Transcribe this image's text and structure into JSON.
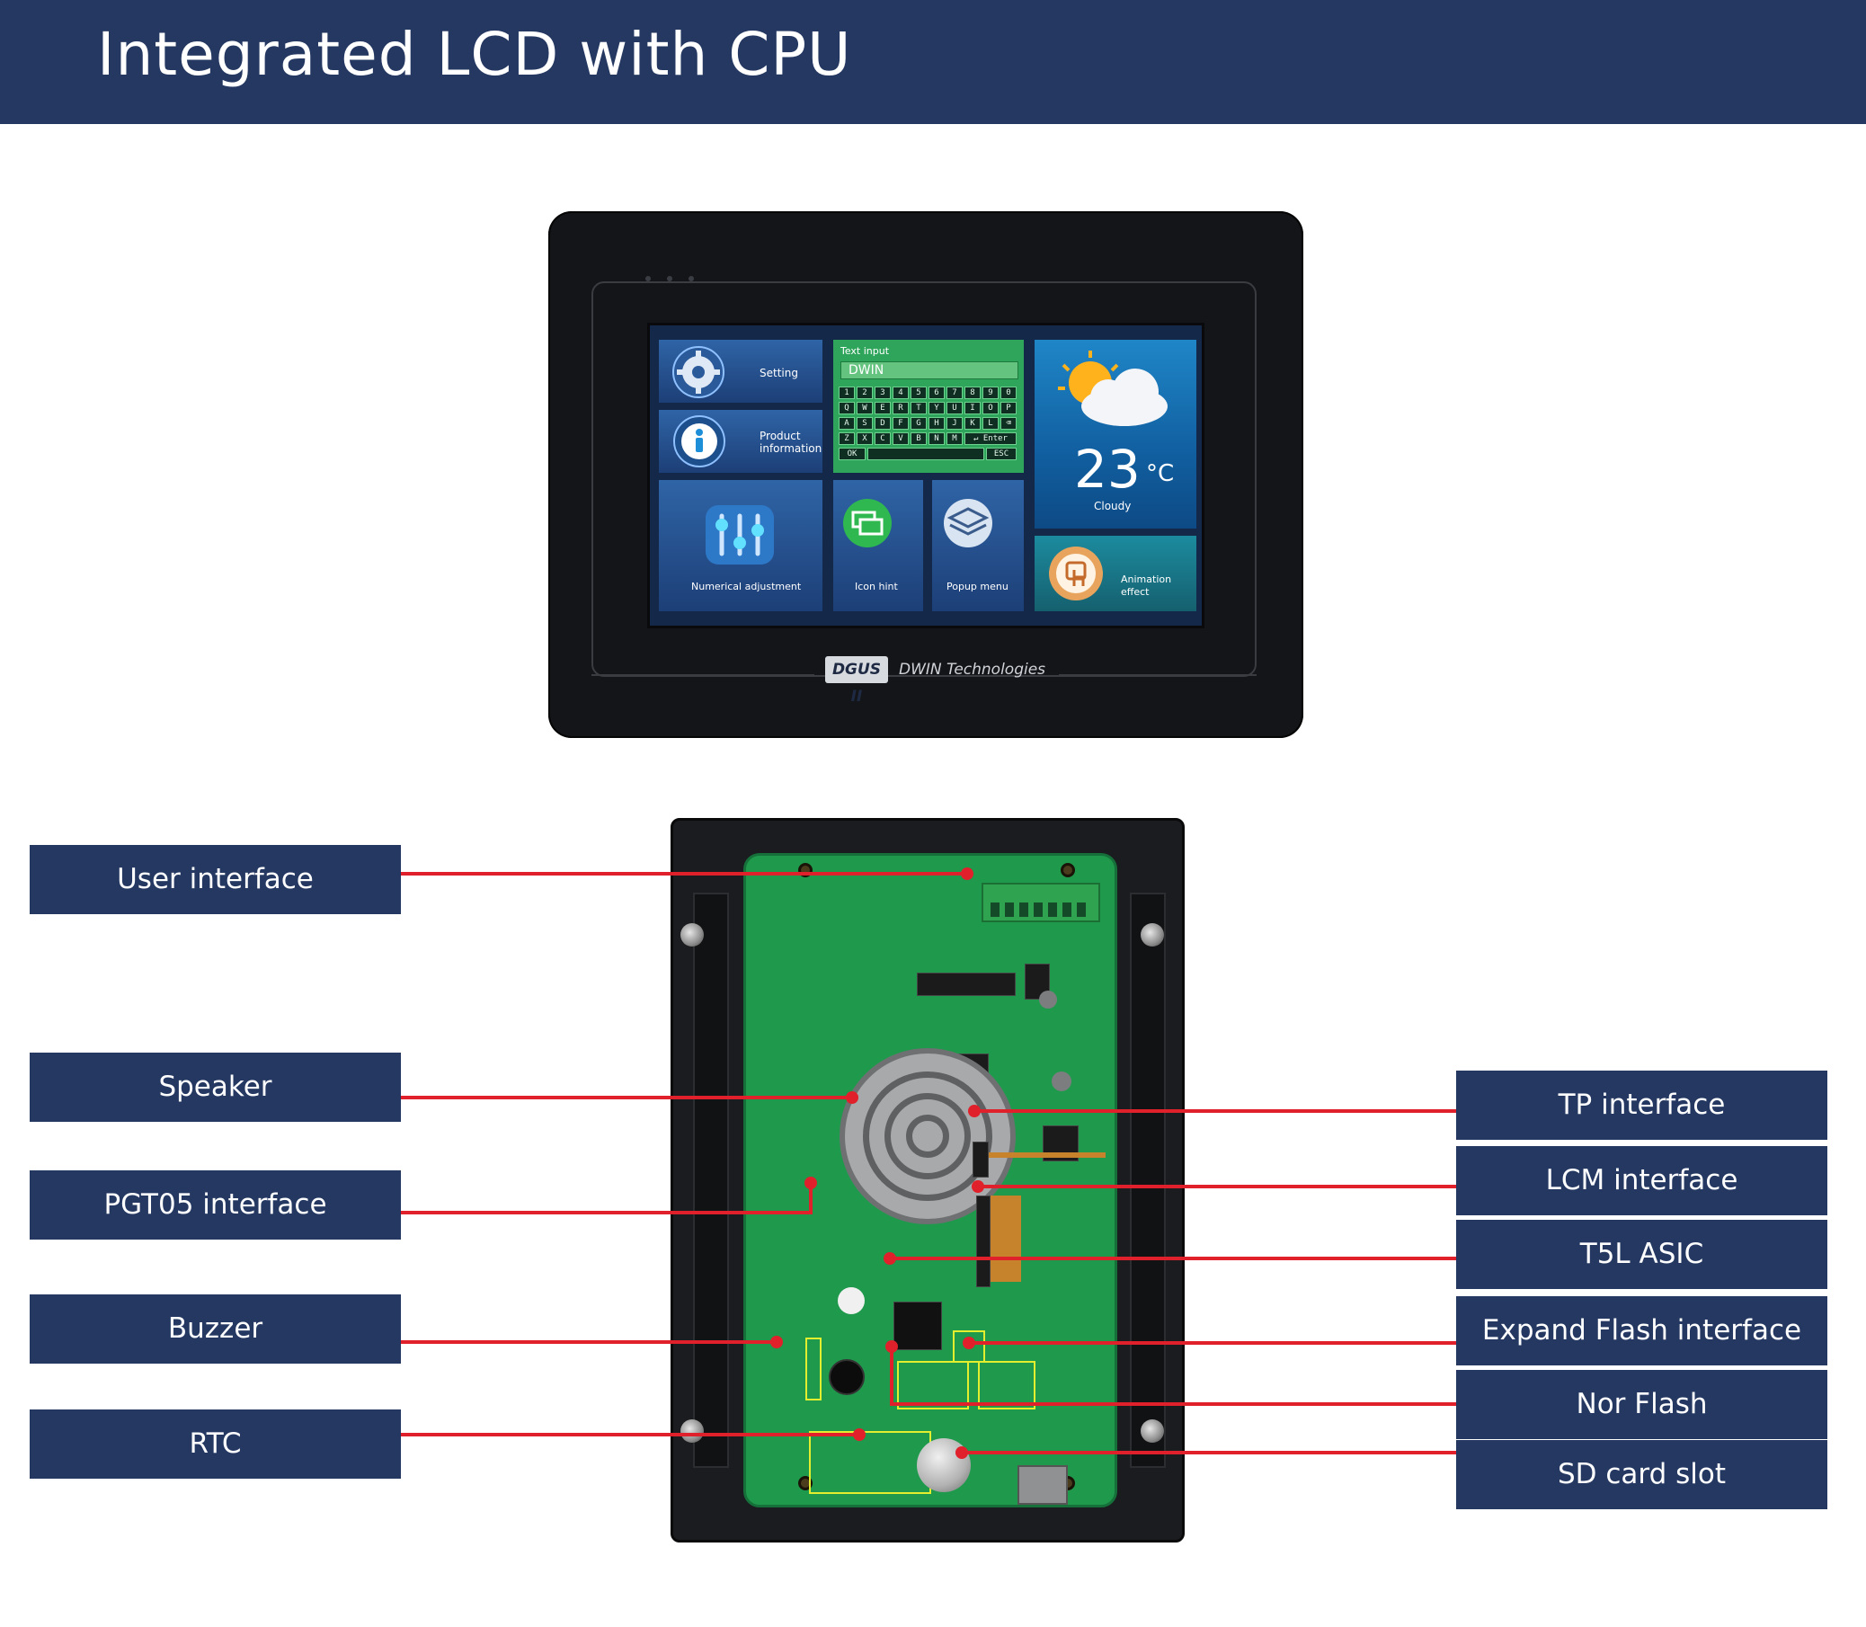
{
  "header": {
    "title": "Integrated LCD with CPU"
  },
  "front_display": {
    "tiles": {
      "setting": "Setting",
      "product_info_line1": "Product",
      "product_info_line2": "information",
      "text_input_title": "Text input",
      "text_input_value": "DWIN",
      "numerical": "Numerical adjustment",
      "icon_hint": "Icon hint",
      "popup_menu": "Popup menu",
      "temperature": "23",
      "temperature_unit": "°C",
      "weather": "Cloudy",
      "animation_line1": "Animation",
      "animation_line2": "effect"
    },
    "keyboard": {
      "row1": [
        "1",
        "2",
        "3",
        "4",
        "5",
        "6",
        "7",
        "8",
        "9",
        "0"
      ],
      "row2": [
        "Q",
        "W",
        "E",
        "R",
        "T",
        "Y",
        "U",
        "I",
        "O",
        "P"
      ],
      "row3": [
        "A",
        "S",
        "D",
        "F",
        "G",
        "H",
        "J",
        "K",
        "L",
        "⌫"
      ],
      "row4": [
        "Z",
        "X",
        "C",
        "V",
        "B",
        "N",
        "M",
        "↵ Enter"
      ],
      "row5_ok": "OK",
      "row5_esc": "ESC"
    },
    "brand_logo": "DGUS II",
    "brand_name": "DWIN Technologies"
  },
  "callouts": {
    "left": [
      "User interface",
      "Speaker",
      "PGT05 interface",
      "Buzzer",
      "RTC"
    ],
    "right": [
      "TP interface",
      "LCM interface",
      "T5L ASIC",
      "Expand Flash interface",
      "Nor Flash",
      "SD card slot"
    ]
  },
  "colors": {
    "banner": "#243862",
    "leader_line": "#e0202a",
    "pcb": "#1f9a4c"
  }
}
